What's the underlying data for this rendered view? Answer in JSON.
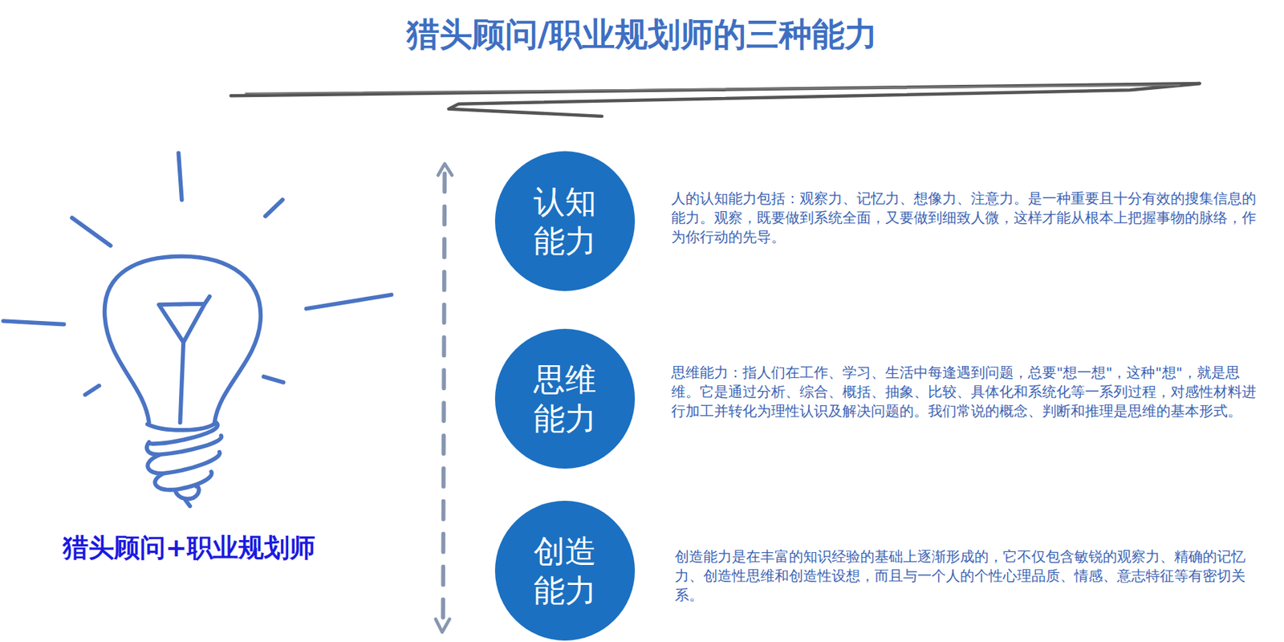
{
  "diagram": {
    "title": "猎头顾问/职业规划师的三种能力",
    "nodes": [
      {
        "text": [
          "认知 能力"
        ]
      },
      {
        "text": [
          "思维 能力"
        ]
      },
      {
        "text": [
          "创造 能力"
        ]
      }
    ],
    "labels": [
      "人的认知能力包括：观察力、记忆力、想像力、注意力。是一种重要且十分有效的搜集信息的能力。观察，既要做到系统全面，又要做到细致人微，这样才能从根本上把握事物的脉络，作为你行动的先导。",
      "思维能力：指人们在工作、学习、生活中每逢遇到问题，总要\"想一想\"，这种\"想\"，就是思维。它是通过分析、综合、概括、抽象、比较、具体化和系统化等一系列过程，对感性材料进行加工并转化为理性认识及解决问题的。我们常说的概念、判断和推理是思维的基本形式。",
      "创造能力是在丰富的知识经验的基础上逐渐形成的，它不仅包含敏锐的观察力、精确的记忆力、创造性思维和创造性设想，而且与一个人的个性心理品质、情感、意志特征等有密切关系。",
      "猎头顾问+职业规划师"
    ]
  }
}
